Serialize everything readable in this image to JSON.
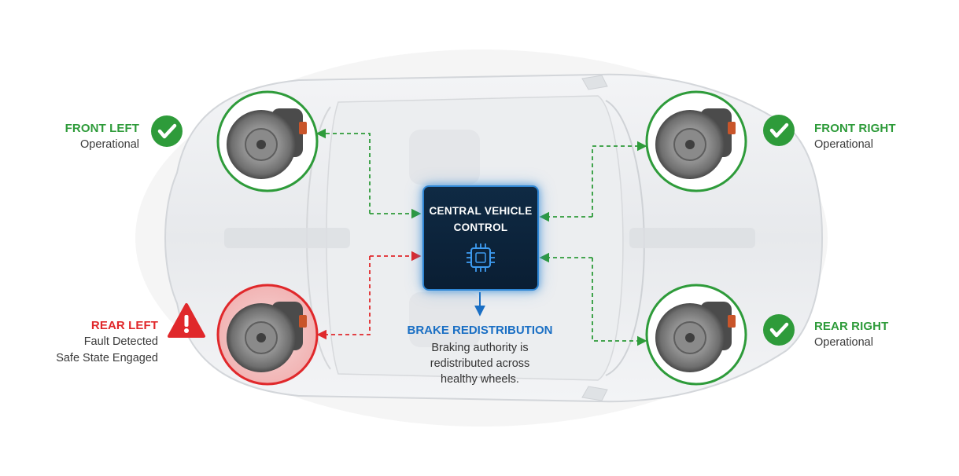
{
  "central_control": {
    "title_line1": "CENTRAL VEHICLE",
    "title_line2": "CONTROL",
    "icon": "chip-icon"
  },
  "wheels": {
    "front_left": {
      "title": "FRONT LEFT",
      "status": "Operational",
      "icon": "check-circle-icon",
      "state": "ok"
    },
    "front_right": {
      "title": "FRONT RIGHT",
      "status": "Operational",
      "icon": "check-circle-icon",
      "state": "ok"
    },
    "rear_left": {
      "title": "REAR LEFT",
      "status_line1": "Fault Detected",
      "status_line2": "Safe State Engaged",
      "icon": "warning-triangle-icon",
      "state": "fault"
    },
    "rear_right": {
      "title": "REAR RIGHT",
      "status": "Operational",
      "icon": "check-circle-icon",
      "state": "ok"
    }
  },
  "redistribution": {
    "title": "BRAKE REDISTRIBUTION",
    "description_line1": "Braking authority is",
    "description_line2": "redistributed across",
    "description_line3": "healthy wheels."
  },
  "colors": {
    "ok": "#2e9b3a",
    "fault": "#e0282b",
    "accent": "#1a6fc4",
    "control_bg": "#0f2a44"
  }
}
